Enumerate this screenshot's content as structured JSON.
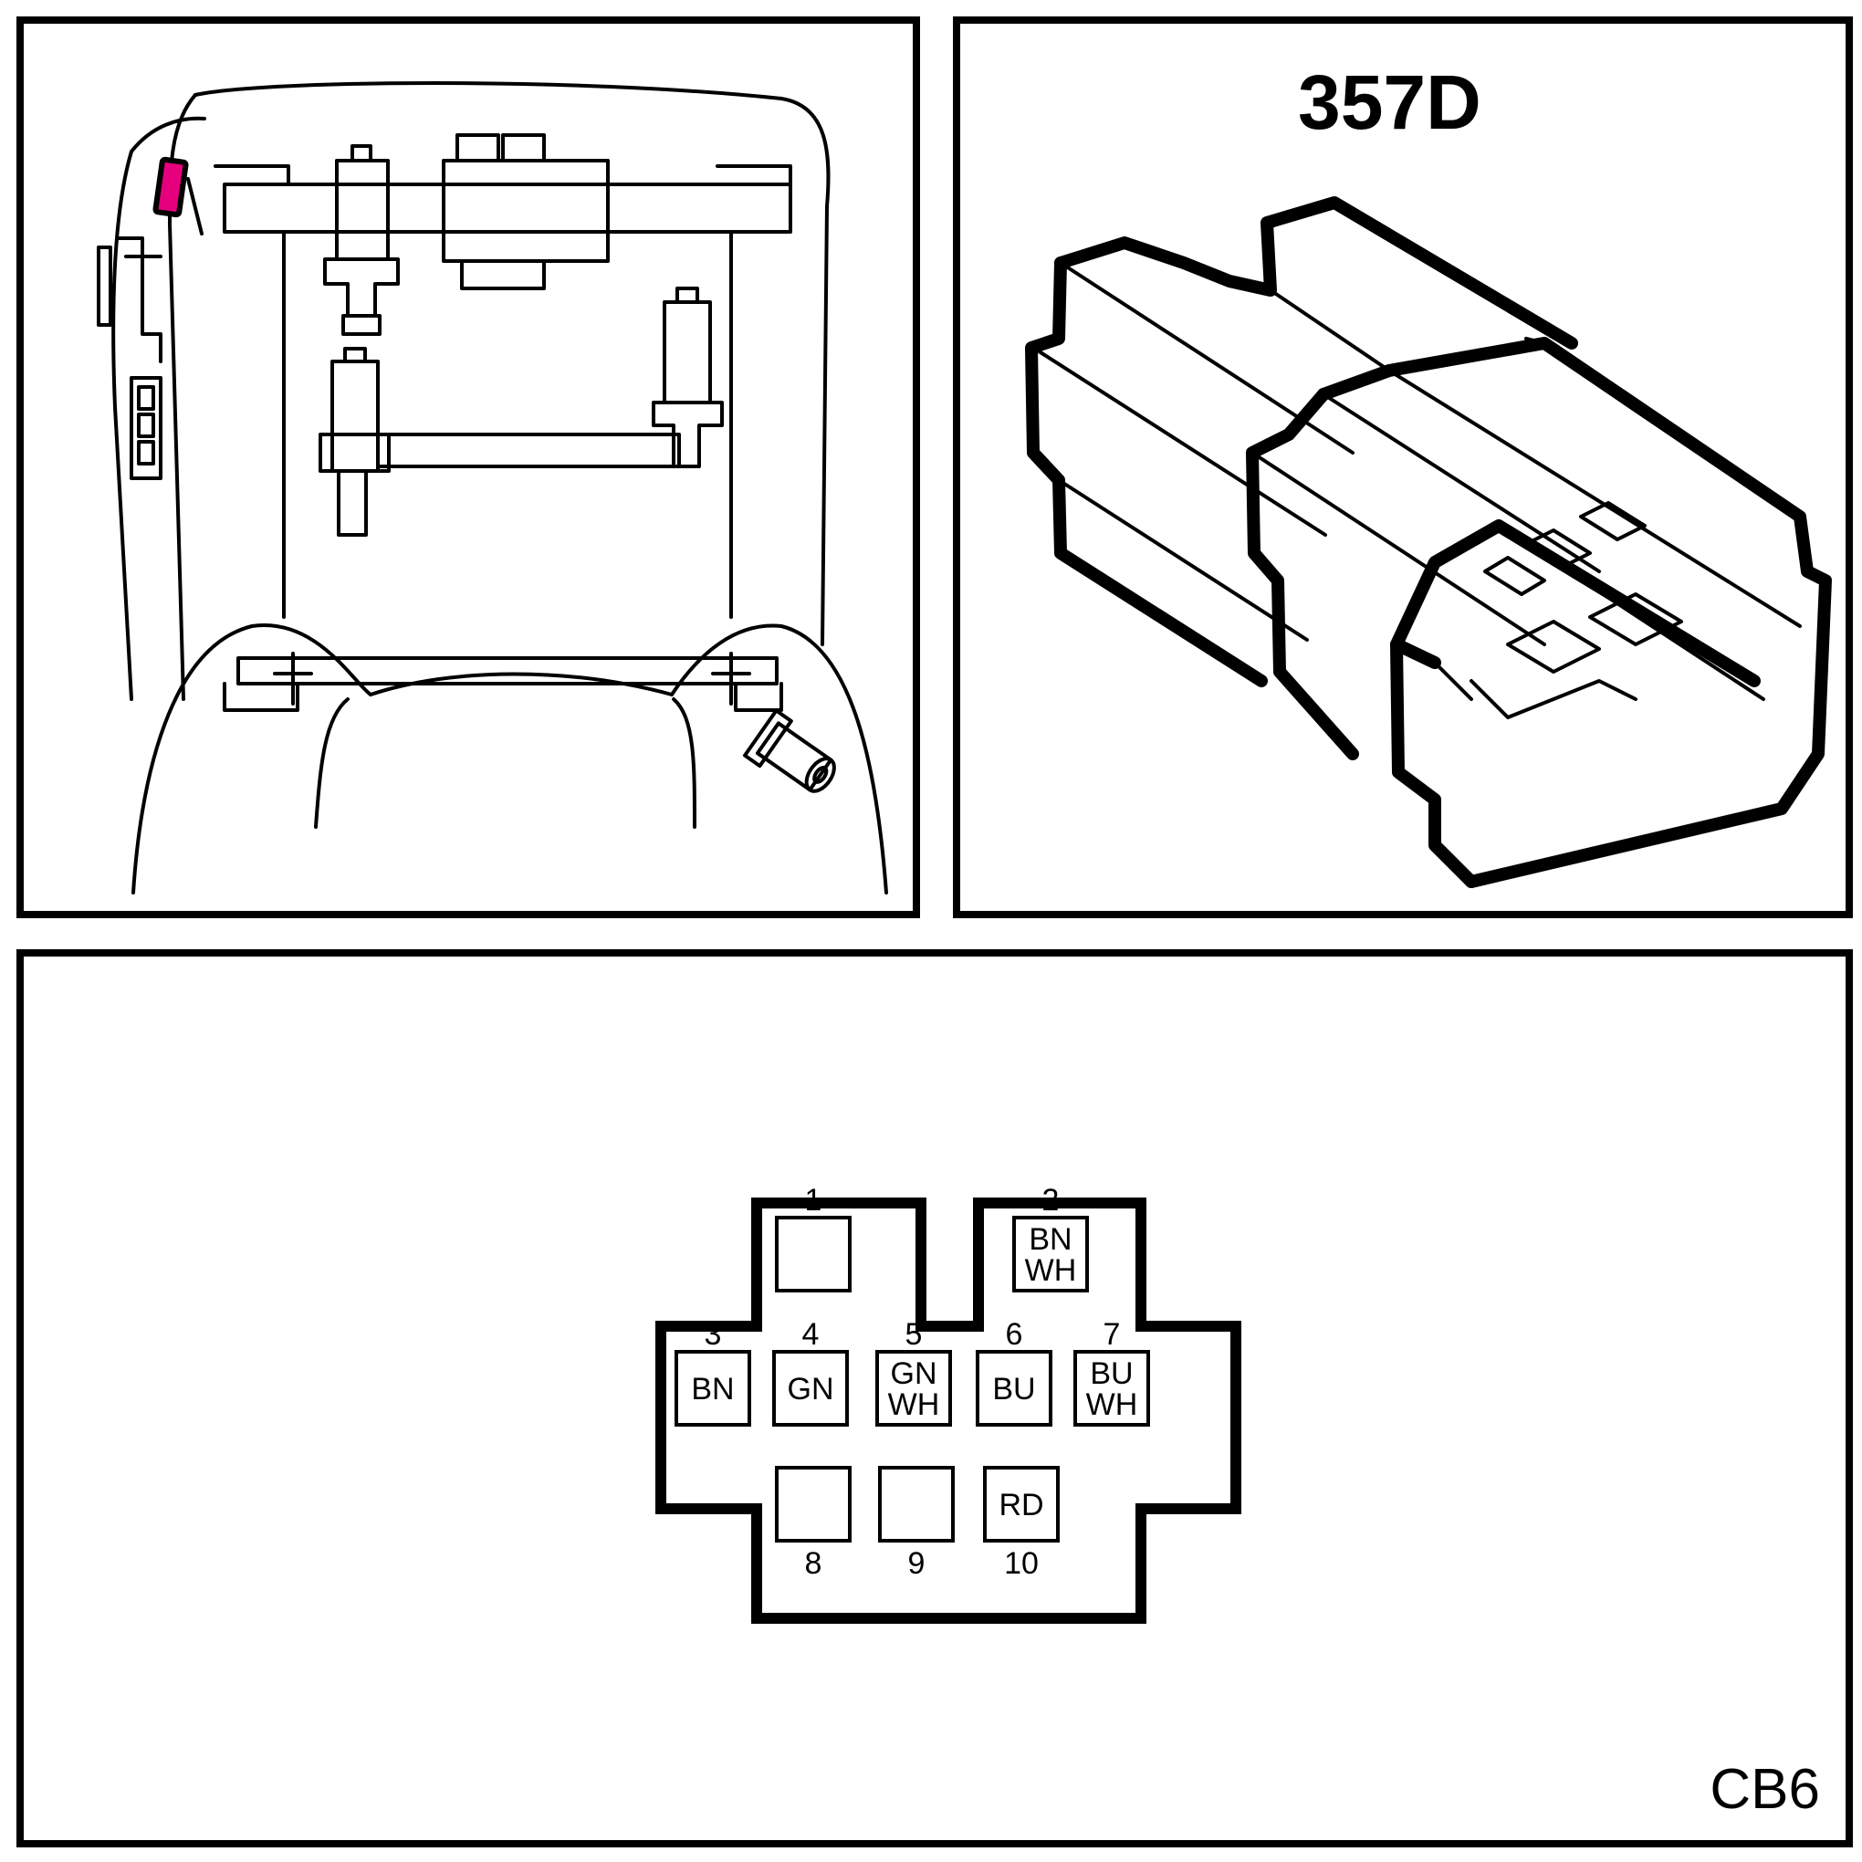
{
  "connector": {
    "code": "357D",
    "diagram_id": "CB6",
    "highlight_color": "#e6007e",
    "pins": [
      {
        "number": "1",
        "color": ""
      },
      {
        "number": "2",
        "color": "BN WH"
      },
      {
        "number": "3",
        "color": "BN"
      },
      {
        "number": "4",
        "color": "GN"
      },
      {
        "number": "5",
        "color": "GN WH"
      },
      {
        "number": "6",
        "color": "BU"
      },
      {
        "number": "7",
        "color": "BU WH"
      },
      {
        "number": "8",
        "color": ""
      },
      {
        "number": "9",
        "color": ""
      },
      {
        "number": "10",
        "color": "RD"
      }
    ]
  }
}
